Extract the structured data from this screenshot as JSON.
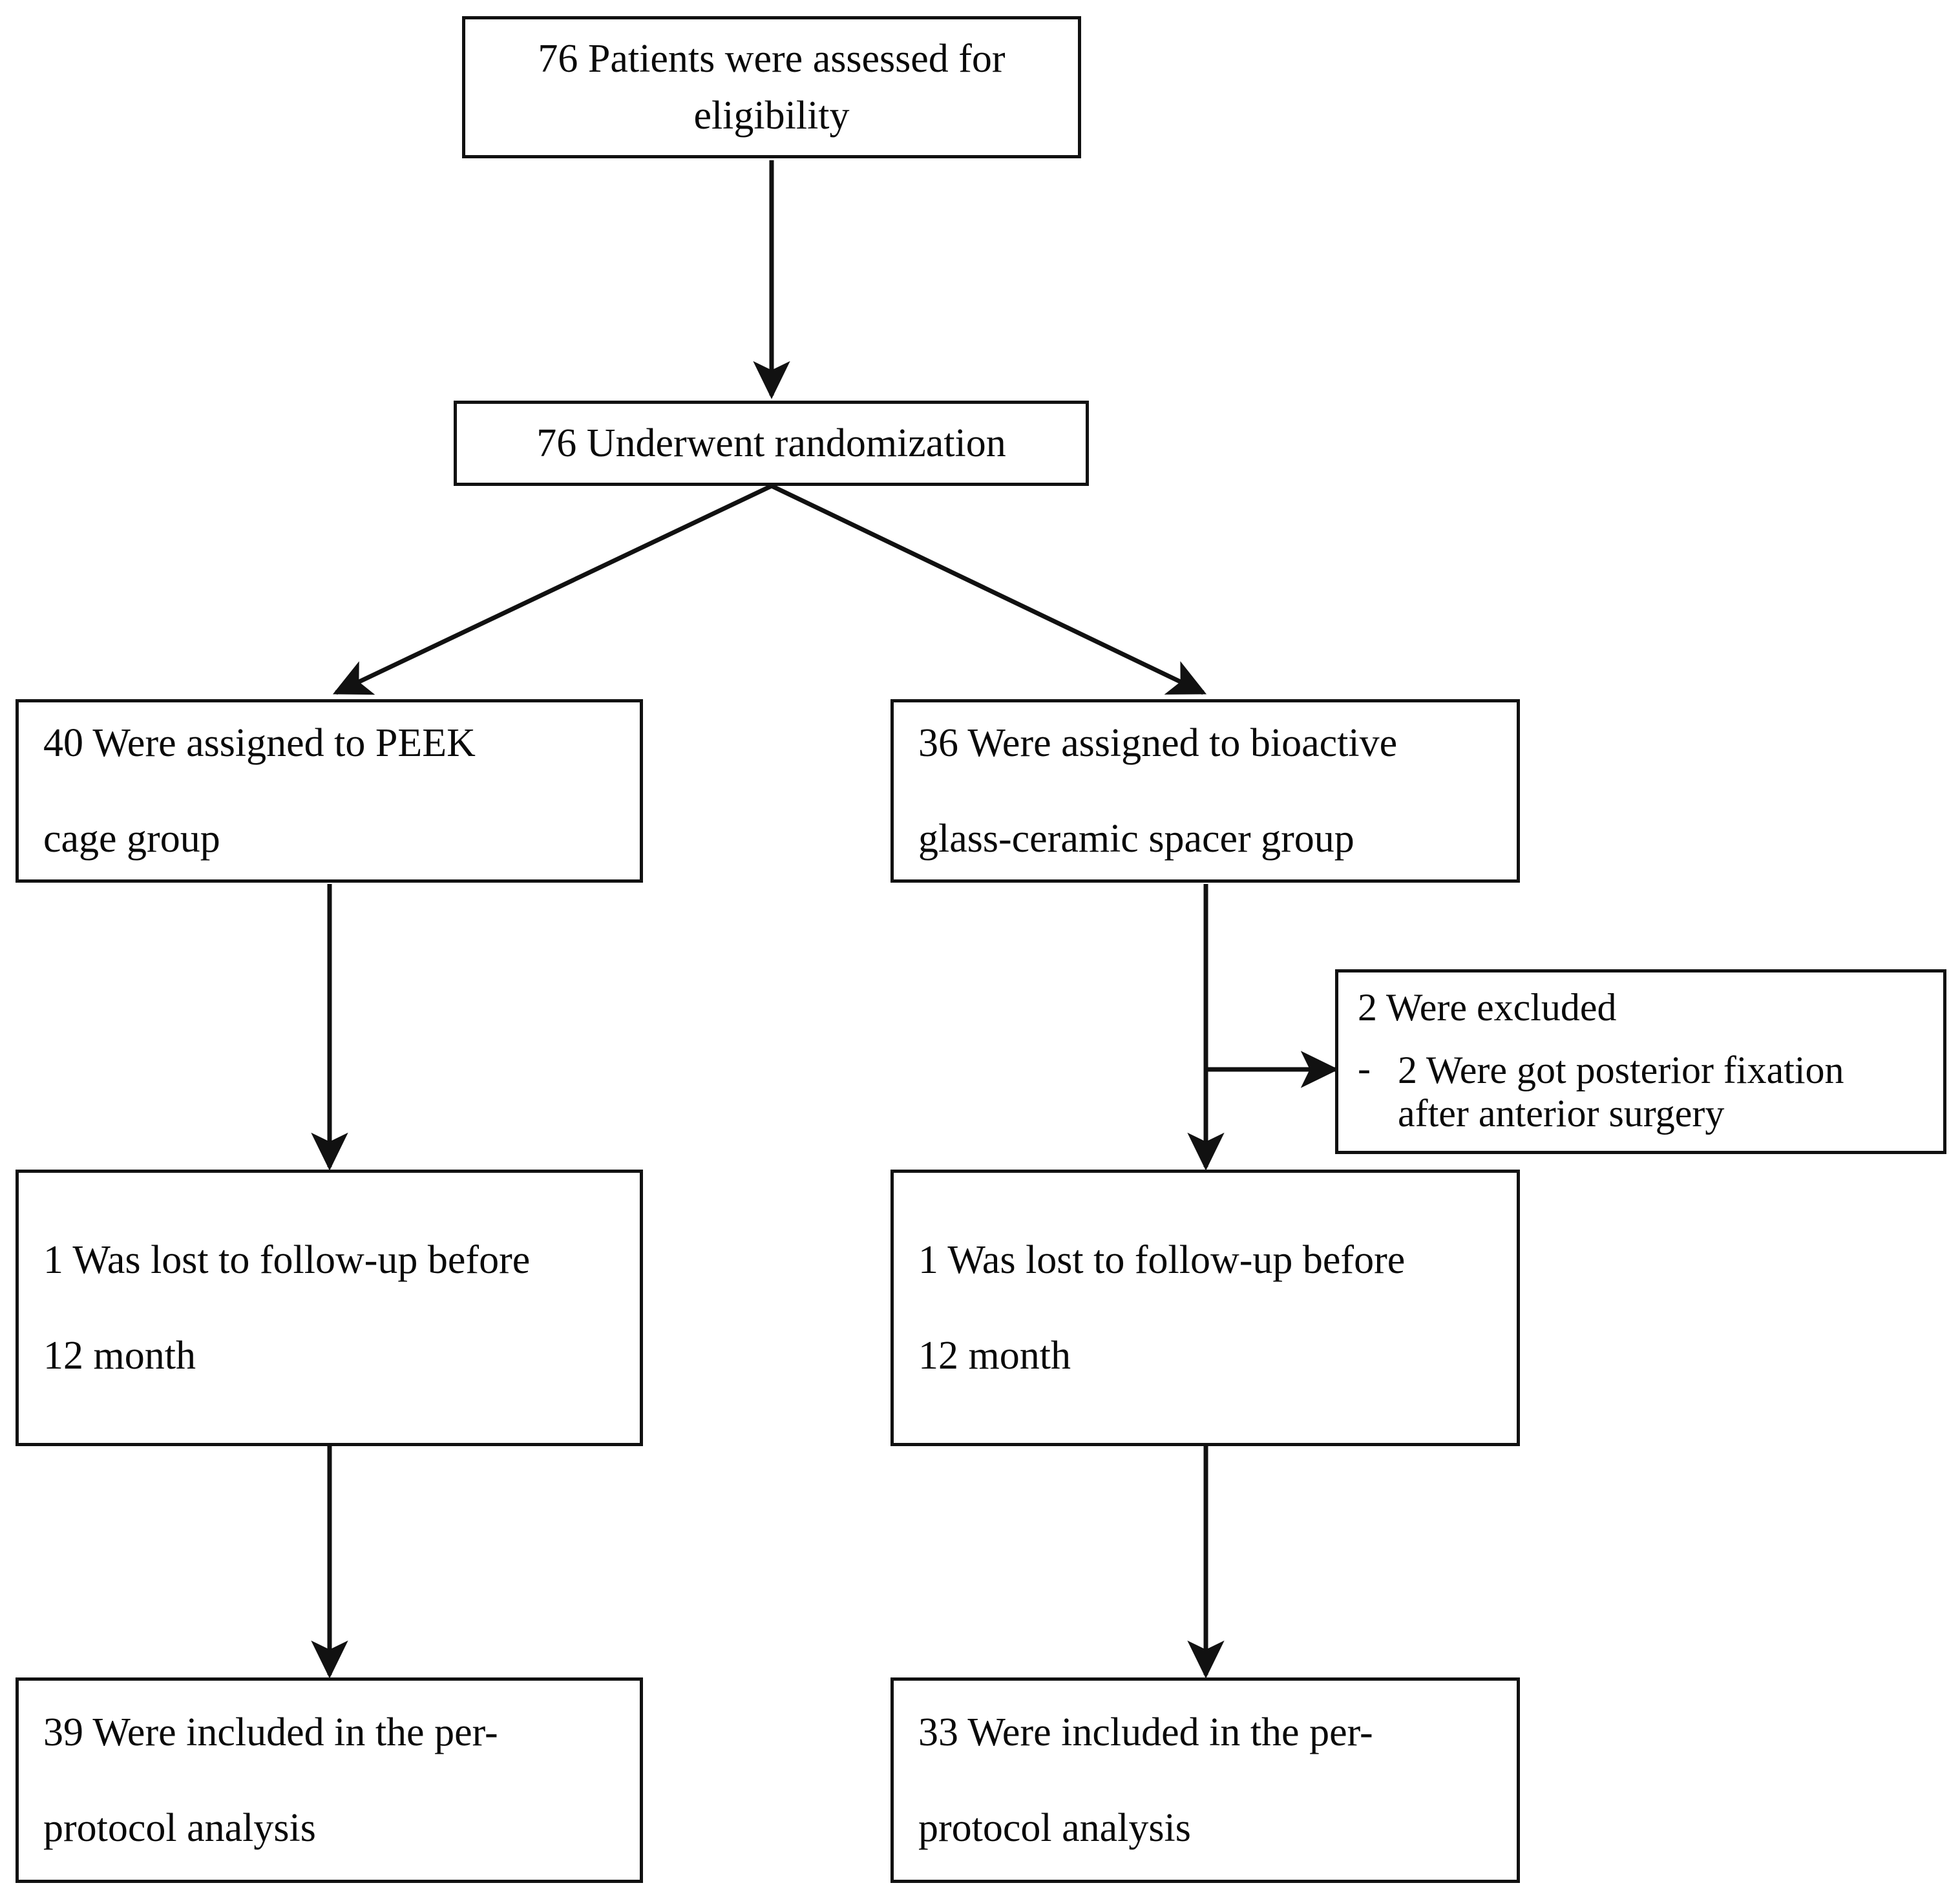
{
  "diagram": {
    "type": "consort-flow-diagram",
    "title": "",
    "colors": {
      "stroke": "#111111",
      "text": "#0a0a0a",
      "background": "#ffffff"
    },
    "nodes": {
      "enrollment": {
        "id": "enrollment",
        "lines": [
          "76 Patients were assessed for",
          "eligibility"
        ],
        "count": 76,
        "align": "center"
      },
      "randomization": {
        "id": "randomization",
        "lines": [
          "76 Underwent randomization"
        ],
        "count": 76,
        "align": "center"
      },
      "allocation_left": {
        "id": "allocation-peek-cage",
        "lines": [
          "40 Were assigned to PEEK",
          "cage group"
        ],
        "count": 40,
        "align": "left"
      },
      "allocation_right": {
        "id": "allocation-bioactive-glass-ceramic-spacer",
        "lines": [
          "36 Were assigned to bioactive",
          "glass-ceramic spacer group"
        ],
        "count": 36,
        "align": "left"
      },
      "exclusion": {
        "id": "exclusion",
        "heading": "2 Were excluded",
        "count": 2,
        "bullet_dash": "-",
        "bullet_lines": [
          "2 Were got posterior fixation",
          "after anterior surgery"
        ],
        "align": "left"
      },
      "followup_left": {
        "id": "followup-loss-peek-cage",
        "lines": [
          "1 Was lost to follow-up before",
          "12 month"
        ],
        "count": 1,
        "align": "left"
      },
      "followup_right": {
        "id": "followup-loss-bioactive",
        "lines": [
          "1 Was lost to follow-up before",
          "12 month"
        ],
        "count": 1,
        "align": "left"
      },
      "analysis_left": {
        "id": "analysis-peek-cage",
        "lines": [
          "39 Were included in the per-",
          "protocol analysis"
        ],
        "count": 39,
        "align": "left"
      },
      "analysis_right": {
        "id": "analysis-bioactive",
        "lines": [
          "33 Were included in the per-",
          "protocol analysis"
        ],
        "count": 33,
        "align": "left"
      }
    },
    "edges": [
      {
        "id": "edge-enrollment-to-randomization",
        "from": "enrollment",
        "to": "randomization",
        "kind": "vertical-arrow"
      },
      {
        "id": "edge-randomization-to-allocation-left",
        "from": "randomization",
        "to": "allocation_left",
        "kind": "diagonal-arrow"
      },
      {
        "id": "edge-randomization-to-allocation-right",
        "from": "randomization",
        "to": "allocation_right",
        "kind": "diagonal-arrow"
      },
      {
        "id": "edge-allocation-left-to-followup-left",
        "from": "allocation_left",
        "to": "followup_left",
        "kind": "vertical-arrow"
      },
      {
        "id": "edge-allocation-right-to-followup-right",
        "from": "allocation_right",
        "to": "followup_right",
        "kind": "vertical-arrow"
      },
      {
        "id": "edge-allocation-right-to-exclusion",
        "from": "allocation_right",
        "to": "exclusion",
        "kind": "horizontal-arrow"
      },
      {
        "id": "edge-followup-left-to-analysis-left",
        "from": "followup_left",
        "to": "analysis_left",
        "kind": "vertical-arrow"
      },
      {
        "id": "edge-followup-right-to-analysis-right",
        "from": "followup_right",
        "to": "analysis_right",
        "kind": "vertical-arrow"
      }
    ]
  }
}
